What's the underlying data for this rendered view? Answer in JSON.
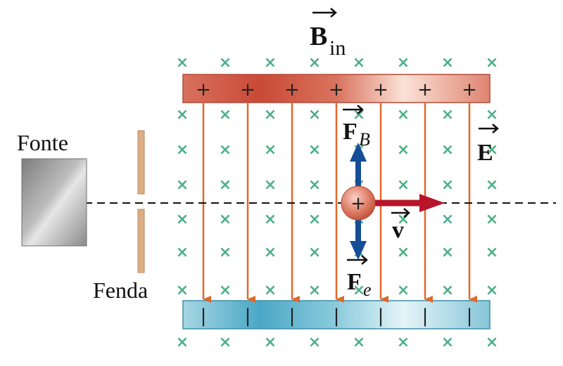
{
  "labels": {
    "source": "Fonte",
    "slit": "Fenda",
    "field_b_main": "B",
    "field_b_sub": "in",
    "field_e": "E",
    "force_b_main": "F",
    "force_b_sub": "B",
    "force_e_main": "F",
    "force_e_sub": "e",
    "velocity": "v",
    "plate_top_sign": "+",
    "plate_bottom_sign": "|",
    "particle_sign": "+",
    "x_mark": "×"
  },
  "colors": {
    "field_x": "#4db088",
    "e_field_line": "#e0692a",
    "top_plate": "#d3604a",
    "bottom_plate": "#6ab6cf",
    "force_arrow": "#154d96",
    "velocity_arrow": "#b8142a",
    "particle": "#d9705c",
    "source_box": "#9a9a9a",
    "slit": "#d8aa80"
  },
  "icons": {
    "field_mark": "x-mark-icon",
    "vector_arrow": "vector-arrow-icon"
  }
}
